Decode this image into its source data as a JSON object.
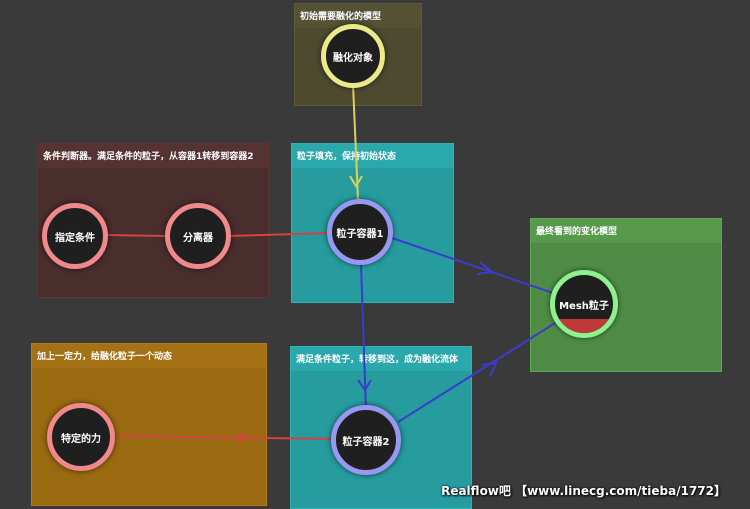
{
  "panels": {
    "top": "初始需要融化的模型",
    "red": "条件判断器。满足条件的粒子，从容器1转移到容器2",
    "tealA": "粒子填充，保持初始状态",
    "green": "最终看到的变化模型",
    "orange": "加上一定力，给融化粒子一个动态",
    "tealB": "满足条件粒子，转移到这，成为融化流体"
  },
  "nodes": {
    "melt_object": "融化对象",
    "condition": "指定条件",
    "splitter": "分离器",
    "container1": "粒子容器1",
    "mesh": "Mesh粒子",
    "force": "特定的力",
    "container2": "粒子容器2"
  },
  "colors": {
    "yellow_wire": "#d8d25a",
    "red_wire": "#d64242",
    "blue_wire": "#3c3ccc"
  },
  "watermark": "Realflow吧 【www.linecg.com/tieba/1772】"
}
